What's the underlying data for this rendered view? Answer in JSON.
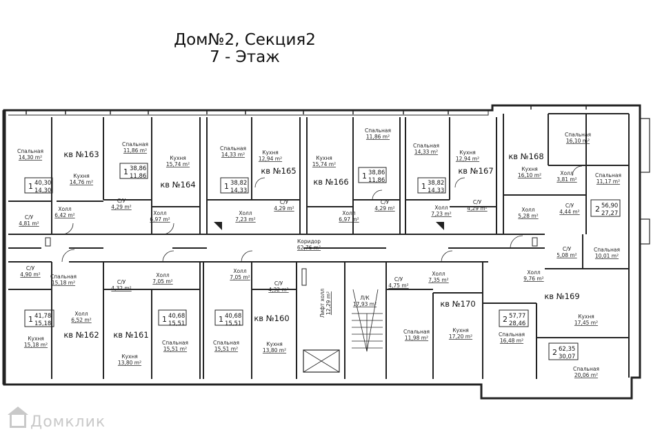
{
  "header": {
    "line1": "Дом№2, Секция2",
    "line2": "7 - Этаж"
  },
  "watermark": "Домклик",
  "corridor": {
    "name": "Коридор",
    "area": "62,76 m²"
  },
  "lk": {
    "name": "Л/К",
    "area": "17,93 m²"
  },
  "lift_hall": {
    "name": "Лифт холл",
    "area": "12,29 m²"
  },
  "apartments": [
    {
      "id": "163",
      "label": "кв №163",
      "box": {
        "rooms": "1",
        "total": "40,30",
        "living": "14,30"
      },
      "rooms": [
        {
          "name": "Спальная",
          "area": "14,30 m²"
        },
        {
          "name": "Кухня",
          "area": "14,76 m²"
        },
        {
          "name": "С/У",
          "area": "4,81 m²"
        },
        {
          "name": "Холл",
          "area": "6,42 m²"
        }
      ]
    },
    {
      "id": "164",
      "label": "кв №164",
      "box": {
        "rooms": "1",
        "total": "38,86",
        "living": "11,86"
      },
      "rooms": [
        {
          "name": "Спальная",
          "area": "11,86 m²"
        },
        {
          "name": "Кухня",
          "area": "15,74 m²"
        },
        {
          "name": "С/У",
          "area": "4,29 m²"
        },
        {
          "name": "Холл",
          "area": "6,97 m²"
        }
      ]
    },
    {
      "id": "165",
      "label": "кв №165",
      "box": {
        "rooms": "1",
        "total": "38,82",
        "living": "14,33"
      },
      "rooms": [
        {
          "name": "Спальная",
          "area": "14,33 m²"
        },
        {
          "name": "Кухня",
          "area": "12,94 m²"
        },
        {
          "name": "С/У",
          "area": "4,29 m²"
        },
        {
          "name": "Холл",
          "area": "7,23 m²"
        }
      ]
    },
    {
      "id": "166",
      "label": "кв №166",
      "box": {
        "rooms": "1",
        "total": "38,86",
        "living": "11,86"
      },
      "rooms": [
        {
          "name": "Кухня",
          "area": "15,74 m²"
        },
        {
          "name": "Спальная",
          "area": "11,86 m²"
        },
        {
          "name": "С/У",
          "area": "4,29 m²"
        },
        {
          "name": "Холл",
          "area": "6,97 m²"
        }
      ]
    },
    {
      "id": "167",
      "label": "кв №167",
      "box": {
        "rooms": "1",
        "total": "38,82",
        "living": "14,33"
      },
      "rooms": [
        {
          "name": "Спальная",
          "area": "14,33 m²"
        },
        {
          "name": "Кухня",
          "area": "12,94 m²"
        },
        {
          "name": "Холл",
          "area": "7,23 m²"
        },
        {
          "name": "С/У",
          "area": "4,29 m²"
        }
      ]
    },
    {
      "id": "168",
      "label": "кв №168",
      "box": {
        "rooms": "2",
        "total": "56,90",
        "living": "27,27"
      },
      "rooms": [
        {
          "name": "Спальная",
          "area": "16,10 m²"
        },
        {
          "name": "Кухня",
          "area": "16,10 m²"
        },
        {
          "name": "Холл",
          "area": "3,81 m²"
        },
        {
          "name": "Спальная",
          "area": "11,17 m²"
        },
        {
          "name": "Холл",
          "area": "5,28 m²"
        },
        {
          "name": "С/У",
          "area": "4,44 m²"
        }
      ]
    },
    {
      "id": "169",
      "label": "кв №169",
      "box": {
        "rooms": "2",
        "total": "62,35",
        "living": "30,07"
      },
      "rooms": [
        {
          "name": "С/У",
          "area": "5,08 m²"
        },
        {
          "name": "Спальная",
          "area": "10,01 m²"
        },
        {
          "name": "Холл",
          "area": "9,76 m²"
        },
        {
          "name": "Кухня",
          "area": "17,45 m²"
        },
        {
          "name": "Спальная",
          "area": "20,06 m²"
        }
      ]
    },
    {
      "id": "170",
      "label": "кв №170",
      "box": {
        "rooms": "2",
        "total": "57,77",
        "living": "28,46"
      },
      "rooms": [
        {
          "name": "С/У",
          "area": "4,75 m²"
        },
        {
          "name": "Холл",
          "area": "7,35 m²"
        },
        {
          "name": "Спальная",
          "area": "11,98 m²"
        },
        {
          "name": "Кухня",
          "area": "17,20 m²"
        },
        {
          "name": "Спальная",
          "area": "16,48 m²"
        }
      ]
    },
    {
      "id": "160",
      "label": "кв №160",
      "box": {
        "rooms": "1",
        "total": "40,68",
        "living": "15,51"
      },
      "rooms": [
        {
          "name": "Холл",
          "area": "7,05 m²"
        },
        {
          "name": "С/У",
          "area": "4,32 m²"
        },
        {
          "name": "Спальная",
          "area": "15,51 m²"
        },
        {
          "name": "Кухня",
          "area": "13,80 m²"
        }
      ]
    },
    {
      "id": "161",
      "label": "кв №161",
      "box": {
        "rooms": "1",
        "total": "40,68",
        "living": "15,51"
      },
      "rooms": [
        {
          "name": "С/У",
          "area": "4,32 m²"
        },
        {
          "name": "Холл",
          "area": "7,05 m²"
        },
        {
          "name": "Кухня",
          "area": "13,80 m²"
        },
        {
          "name": "Спальная",
          "area": "15,51 m²"
        }
      ]
    },
    {
      "id": "162",
      "label": "кв №162",
      "box": {
        "rooms": "1",
        "total": "41,78",
        "living": "15,18"
      },
      "rooms": [
        {
          "name": "С/У",
          "area": "4,90 m²"
        },
        {
          "name": "Холл",
          "area": "6,52 m²"
        },
        {
          "name": "Кухня",
          "area": "15,18 m²"
        },
        {
          "name": "Спальная",
          "area": "15,18 m²"
        }
      ]
    }
  ]
}
